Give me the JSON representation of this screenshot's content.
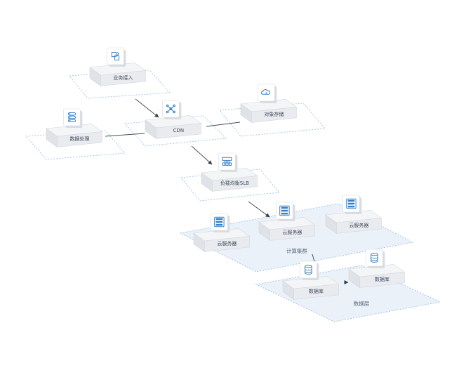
{
  "colors": {
    "background": "#ffffff",
    "box_top": "#f4f5f7",
    "box_left": "#dfe2e7",
    "box_right": "#e9ebef",
    "box_stroke": "#d3d7de",
    "platform_stroke": "#a9c7e8",
    "group_fill": "#e9f0f8",
    "icon_face": "#ffffff",
    "icon_side": "#d9dde3",
    "icon_accent": "#3b82c4",
    "edge": "#4a4f57"
  },
  "nodes": {
    "business": {
      "label": "业务接入",
      "icon": "layers-icon"
    },
    "cdn": {
      "label": "CDN",
      "icon": "network-icon"
    },
    "storage": {
      "label": "对象存储",
      "icon": "cloud-icon"
    },
    "processing": {
      "label": "数据处理",
      "icon": "database-stack-icon"
    },
    "slb": {
      "label": "负载均衡SLB",
      "icon": "load-balancer-icon"
    },
    "server1": {
      "label": "云服务器",
      "icon": "server-icon"
    },
    "server2": {
      "label": "云服务器",
      "icon": "server-icon"
    },
    "server3": {
      "label": "云服务器",
      "icon": "server-icon"
    },
    "db1": {
      "label": "数据库",
      "icon": "database-icon"
    },
    "db2": {
      "label": "数据库",
      "icon": "database-icon"
    }
  },
  "groups": {
    "compute": {
      "label": "计算集群"
    },
    "data": {
      "label": "数据层"
    }
  }
}
